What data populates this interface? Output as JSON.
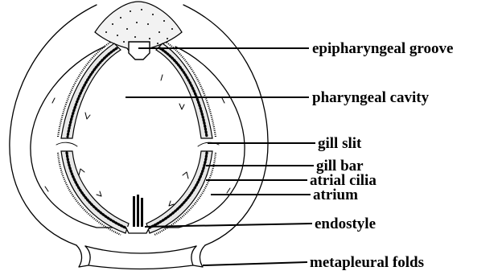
{
  "diagram": {
    "labels": {
      "epipharyngeal_groove": "epipharyngeal groove",
      "pharyngeal_cavity": "pharyngeal cavity",
      "gill_slit": "gill  slit",
      "gill_bar": "gill bar",
      "atrial_cilia": "atrial cilia",
      "atrium": "atrium",
      "endostyle": "endostyle",
      "metapleural_folds": "metapleural folds"
    }
  }
}
